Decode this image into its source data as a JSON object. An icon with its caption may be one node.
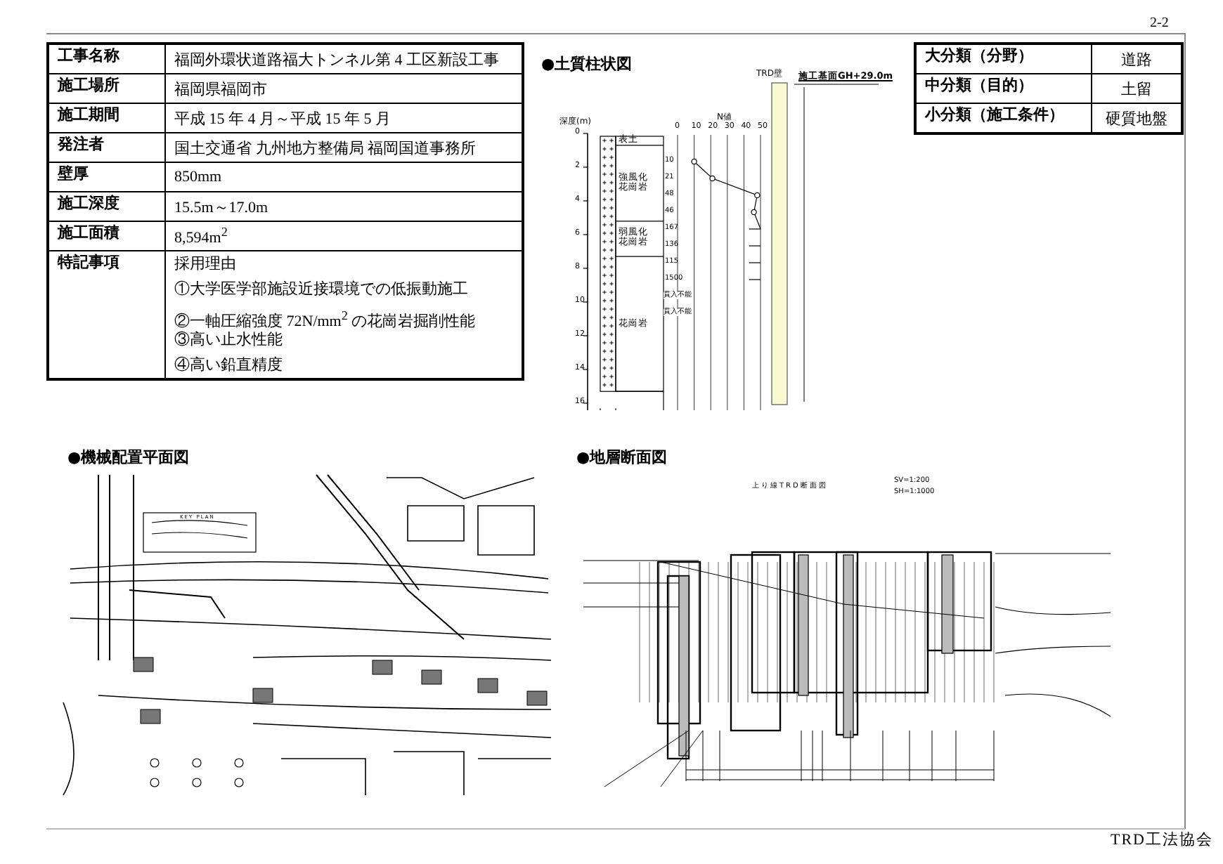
{
  "diagram": {
    "labels": [
      "2-2",
      "工事名称",
      "福岡外環状道路福大トンネル第 4 工区新設工事",
      "施工場所",
      "福岡県福岡市",
      "施工期間",
      "平成 15 年 4 月～平成 15 年 5 月",
      "発注者",
      "国土交通省 九州地方整備局 福岡国道事務所",
      "壁厚",
      "850mm",
      "施工深度",
      "15.5m～17.0m",
      "施工面積",
      "8,594m$^{2}$",
      "特記事項",
      "採用理由",
      "①大学医学部施設近接環境での低振動施工",
      "②一軸圧縮強度 72N/mm$^{2}$ の花崗岩掘削性能",
      "③高い止水性能",
      "④高い鉛直精度",
      "大分類（分野）",
      "道路",
      "中分類（目的）",
      "土留",
      "小分類（施工条件）",
      "硬質地盤",
      "●土質柱状図",
      "TRD壁",
      "施工基面GH+29.0m",
      "深度(m)",
      "N値",
      "0",
      "2",
      "4",
      "6",
      "8",
      "10",
      "12",
      "14",
      "16",
      "0",
      "10",
      "20",
      "30",
      "40",
      "50",
      "表土",
      "強風化花崗岩",
      "弱風化花崗岩",
      "花崗岩",
      "10",
      "21",
      "48",
      "46",
      "167",
      "136",
      "115",
      "1500",
      "貫入不能",
      "貫入不能",
      "●機械配置平面図",
      "KEY PLAN",
      "●地層断面図",
      "上り線TRD断面図",
      "SV=1:200",
      "SH=1:1000",
      "TRD工法協会"
    ]
  }
}
